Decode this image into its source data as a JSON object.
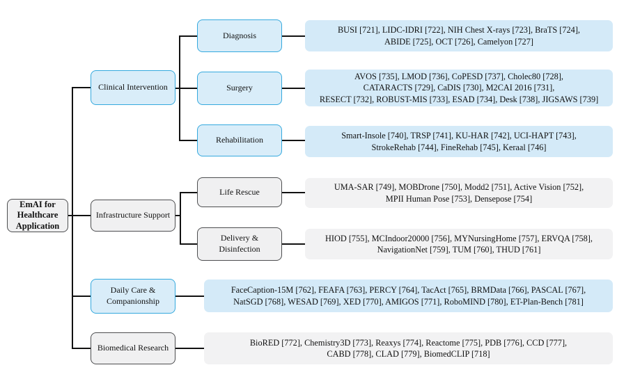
{
  "figure": {
    "root": {
      "label": "EmAI for Healthcare Application"
    },
    "colors": {
      "blue_node_fill": "#d9edf9",
      "blue_node_border": "#34a9de",
      "blue_leaf_fill": "#d4eaf8",
      "gray_node_fill": "#f0f0f1",
      "gray_node_border": "#4c4d4f",
      "gray_leaf_fill": "#f2f2f3",
      "connector_line": "#111111"
    },
    "categories": [
      {
        "label": "Clinical Intervention",
        "theme": "blue",
        "children": [
          {
            "label": "Diagnosis",
            "theme": "blue",
            "dataset_lines": [
              "BUSI [721], LIDC-IDRI [722], NIH Chest X-rays [723], BraTS [724],",
              "ABIDE [725], OCT [726], Camelyon [727]"
            ]
          },
          {
            "label": "Surgery",
            "theme": "blue",
            "dataset_lines": [
              "AVOS [735], LMOD [736], CoPESD [737], Cholec80 [728],",
              "CATARACTS [729], CaDIS [730], M2CAI 2016 [731],",
              "RESECT [732], ROBUST-MIS [733], ESAD [734], Desk [738], JIGSAWS [739]"
            ]
          },
          {
            "label": "Rehabilitation",
            "theme": "blue",
            "dataset_lines": [
              "Smart-Insole [740], TRSP [741], KU-HAR [742], UCI-HAPT [743],",
              "StrokeRehab [744], FineRehab [745], Keraal [746]"
            ]
          }
        ]
      },
      {
        "label": "Infrastructure Support",
        "theme": "gray",
        "children": [
          {
            "label": "Life Rescue",
            "theme": "gray",
            "dataset_lines": [
              "UMA-SAR [749], MOBDrone [750], Modd2 [751], Active Vision [752],",
              "MPII Human Pose [753], Densepose [754]"
            ]
          },
          {
            "label": "Delivery & Disinfection",
            "theme": "gray",
            "dataset_lines": [
              "HIOD [755], MCIndoor20000 [756], MYNursingHome [757], ERVQA [758],",
              "NavigationNet [759], TUM [760], THUD [761]"
            ]
          }
        ]
      },
      {
        "label": "Daily Care & Companionship",
        "theme": "blue",
        "dataset_lines": [
          "FaceCaption-15M [762], FEAFA [763], PERCY [764], TacAct [765], BRMData [766], PASCAL [767],",
          "NatSGD [768], WESAD [769], XED [770], AMIGOS [771], RoboMIND [780], ET-Plan-Bench [781]"
        ]
      },
      {
        "label": "Biomedical Research",
        "theme": "gray",
        "dataset_lines": [
          "BioRED [772], Chemistry3D [773], Reaxys [774], Reactome [775], PDB [776], CCD [777],",
          "CABD [778], CLAD [779], BiomedCLIP [718]"
        ]
      }
    ]
  }
}
